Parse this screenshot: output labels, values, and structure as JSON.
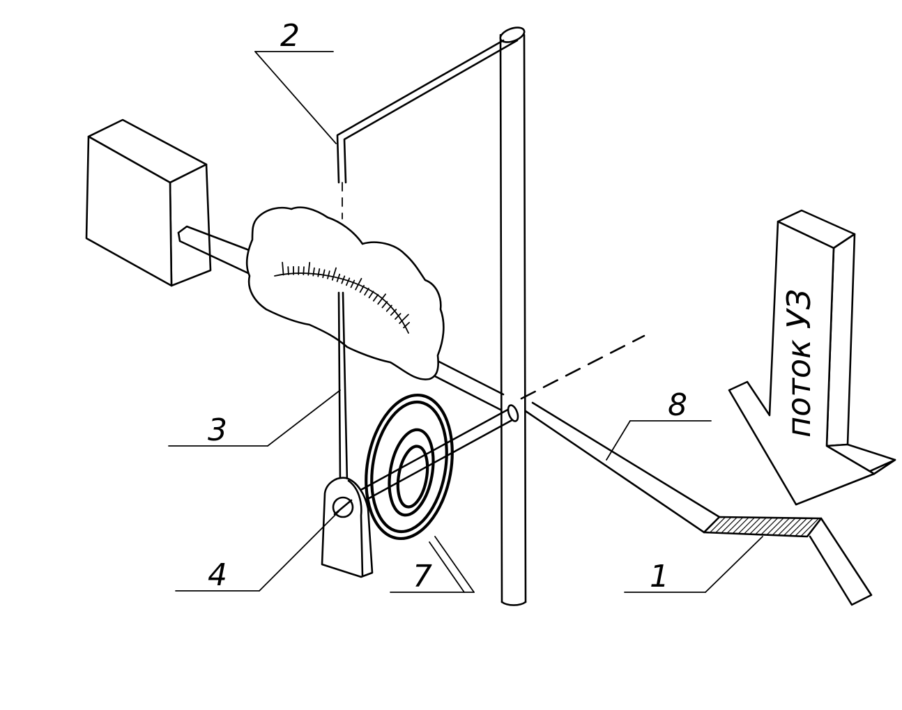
{
  "labels": {
    "l1": "1",
    "l2": "2",
    "l3": "3",
    "l4": "4",
    "l7": "7",
    "l8": "8"
  },
  "arrow_text": "поток УЗ"
}
